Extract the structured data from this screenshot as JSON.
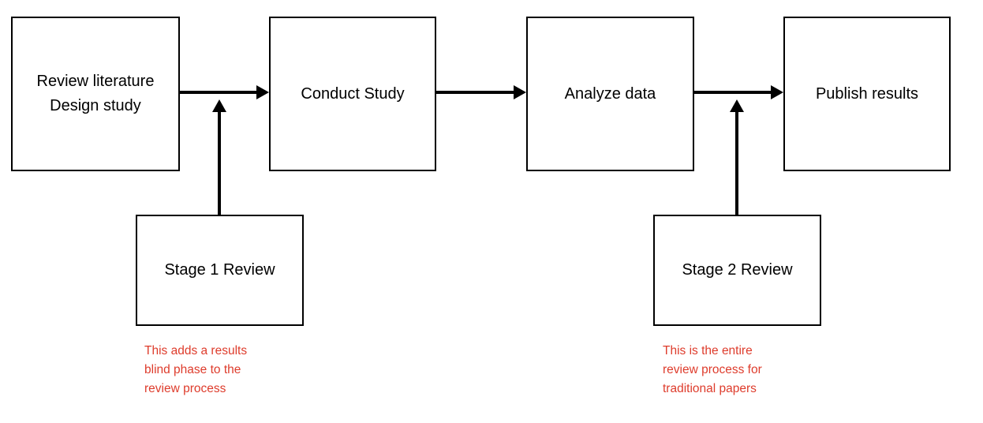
{
  "flowchart": {
    "process_steps": [
      {
        "id": "review-literature-design-study",
        "label": "Review literature\nDesign study"
      },
      {
        "id": "conduct-study",
        "label": "Conduct Study"
      },
      {
        "id": "analyze-data",
        "label": "Analyze data"
      },
      {
        "id": "publish-results",
        "label": "Publish results"
      }
    ],
    "review_steps": [
      {
        "id": "stage-1-review",
        "label": "Stage 1 Review",
        "annotation": "This adds a results\nblind phase to the\nreview process"
      },
      {
        "id": "stage-2-review",
        "label": "Stage 2 Review",
        "annotation": "This is the entire\nreview process for\ntraditional papers"
      }
    ],
    "arrows": [
      {
        "id": "review-to-conduct",
        "direction": "right"
      },
      {
        "id": "conduct-to-analyze",
        "direction": "right"
      },
      {
        "id": "analyze-to-publish",
        "direction": "right"
      },
      {
        "id": "stage1-into-flow",
        "direction": "up"
      },
      {
        "id": "stage2-into-flow",
        "direction": "up"
      }
    ],
    "colors": {
      "background": "#ffffff",
      "box_border": "#000000",
      "box_text": "#000000",
      "arrow": "#000000",
      "annotation_text": "#de3c2c"
    }
  }
}
